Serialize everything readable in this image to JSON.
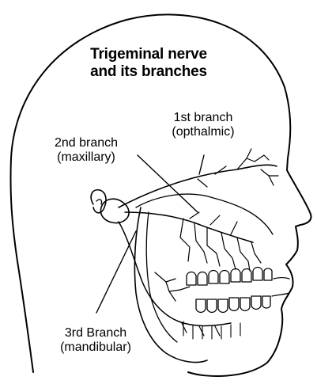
{
  "title": {
    "line1": "Trigeminal nerve",
    "line2": "and its branches"
  },
  "labels": {
    "branch1": {
      "line1": "1st branch",
      "line2": "(opthalmic)"
    },
    "branch2": {
      "line1": "2nd branch",
      "line2": "(maxillary)"
    },
    "branch3": {
      "line1": "3rd Branch",
      "line2": "(mandibular)"
    }
  },
  "colors": {
    "line": "#000000",
    "background": "#ffffff"
  }
}
